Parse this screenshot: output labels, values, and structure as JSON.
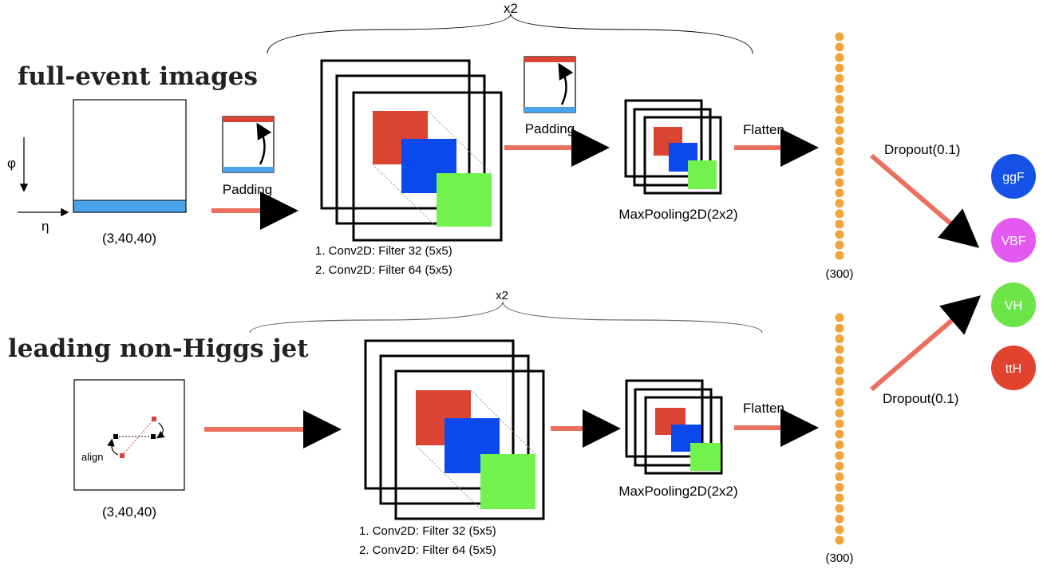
{
  "branches": {
    "top": {
      "title": "full-event images",
      "phi_label": "φ",
      "eta_label": "η",
      "input_shape": "(3,40,40)",
      "padding_label_1": "Padding",
      "padding_label_2": "Padding",
      "repeat_label": "x2",
      "conv_1": "1.  Conv2D: Filter 32 (5x5)",
      "conv_2": "2.  Conv2D: Filter 64 (5x5)",
      "pool_label": "MaxPooling2D(2x2)",
      "flatten_label": "Flatten",
      "flatten_size": "(300)",
      "dropout_label": "Dropout(0.1)"
    },
    "bottom": {
      "title": "leading non-Higgs jet",
      "align_label": "align",
      "input_shape": "(3,40,40)",
      "repeat_label": "x2",
      "conv_1": "1.  Conv2D: Filter 32 (5x5)",
      "conv_2": "2.  Conv2D: Filter 64 (5x5)",
      "pool_label": "MaxPooling2D(2x2)",
      "flatten_label": "Flatten",
      "flatten_size": "(300)",
      "dropout_label": "Dropout(0.1)"
    }
  },
  "outputs": [
    {
      "label": "ggF",
      "color": "#1652e6"
    },
    {
      "label": "VBF",
      "color": "#e45af0"
    },
    {
      "label": "VH",
      "color": "#6ce548"
    },
    {
      "label": "ttH",
      "color": "#e2432e"
    }
  ],
  "colors": {
    "arrow": "#ec705f",
    "dots": "#f2a43c",
    "red": "#db4332",
    "blue": "#0b49ee",
    "green": "#72f24c",
    "pad_blue": "#4ba3ee"
  }
}
